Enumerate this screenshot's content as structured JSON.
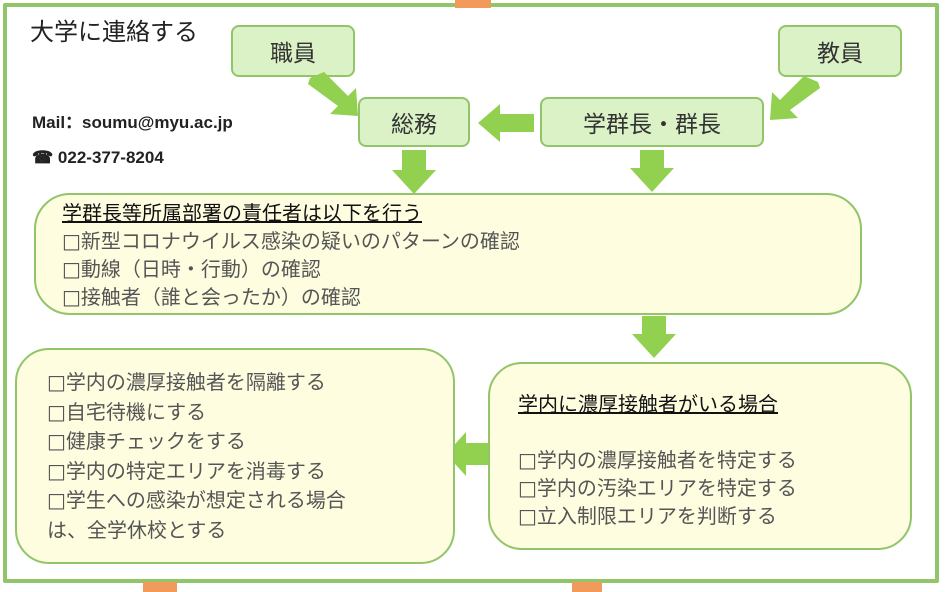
{
  "title": "大学に連絡する",
  "contact": {
    "mail": "Mail：soumu@myu.ac.jp",
    "phone_icon": "☎",
    "phone": "022-377-8204"
  },
  "boxes": {
    "staff": "職員",
    "faculty": "教員",
    "general_affairs": "総務",
    "dean": "学群長・群長"
  },
  "responsible": {
    "heading": "学群長等所属部署の責任者は以下を行う",
    "items": [
      "□新型コロナウイルス感染の疑いのパターンの確認",
      "□動線（日時・行動）の確認",
      "□接触者（誰と会ったか）の確認"
    ]
  },
  "close_contact": {
    "heading": "学内に濃厚接触者がいる場合",
    "items": [
      "□学内の濃厚接触者を特定する",
      "□学内の汚染エリアを特定する",
      "□立入制限エリアを判断する"
    ]
  },
  "actions": {
    "items": [
      "□学内の濃厚接触者を隔離する",
      "□自宅待機にする",
      "□健康チェックをする",
      "□学内の特定エリアを消毒する",
      "□学生への感染が想定される場合",
      "は、全学休校とする"
    ]
  },
  "colors": {
    "frame": "#92c46a",
    "box_fill": "#daf2c6",
    "note_fill": "#fefde0",
    "arrow": "#92d050",
    "accent": "#f29a5c"
  },
  "icons": [
    "arrow-down-icon",
    "arrow-left-icon",
    "arrow-diagonal-icon",
    "phone-icon"
  ]
}
